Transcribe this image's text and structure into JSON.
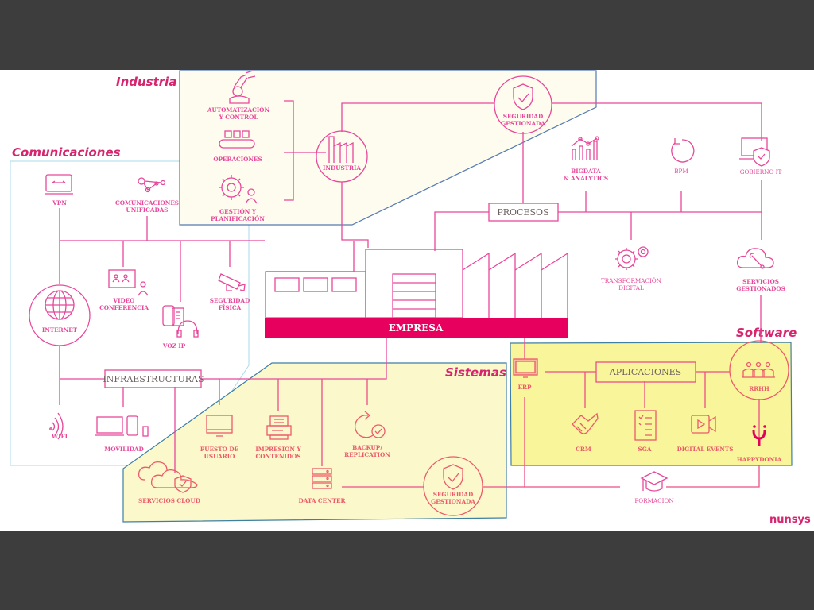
{
  "sections": {
    "industria": "Industria",
    "comunicaciones": "Comunicaciones",
    "sistemas": "Sistemas",
    "software": "Software"
  },
  "hub": {
    "empresa": "EMPRESA"
  },
  "boxes": {
    "procesos": "PROCESOS",
    "infraestructuras": "INFRAESTRUCTURAS",
    "aplicaciones": "APLICACIONES"
  },
  "industria": {
    "automatizacion": [
      "AUTOMATIZACIÓN",
      "Y CONTROL"
    ],
    "operaciones": "OPERACIONES",
    "gestion": [
      "GESTIÓN Y",
      "PLANIFICACIÓN"
    ],
    "hub": "INDUSTRIA",
    "seguridad": [
      "SEGURIDAD",
      "GESTIONADA"
    ]
  },
  "procesos": {
    "bigdata": [
      "BIGDATA",
      "& ANALYTICS"
    ],
    "bpm": "BPM",
    "gobierno": "GOBIERNO IT",
    "transformacion": [
      "TRANSFORMACIÓN",
      "DIGITAL"
    ],
    "servicios": [
      "SERVICIOS",
      "GESTIONADOS"
    ]
  },
  "comunicaciones": {
    "vpn": "VPN",
    "unificadas": [
      "COMUNICACIONES",
      "UNIFICADAS"
    ],
    "video": [
      "VIDEO",
      "CONFERENCIA"
    ],
    "seguridad_fisica": [
      "SEGURIDAD",
      "FÍSICA"
    ],
    "internet": "INTERNET",
    "vozip": "VOZ IP",
    "wifi": "WIFI",
    "movilidad": "MOVILIDAD"
  },
  "sistemas": {
    "puesto": [
      "PUESTO DE",
      "USUARIO"
    ],
    "impresion": [
      "IMPRESIÓN Y",
      "CONTENIDOS"
    ],
    "backup": [
      "BACKUP/",
      "REPLICATION"
    ],
    "cloud": "SERVICIOS CLOUD",
    "datacenter": "DATA CENTER",
    "seguridad": [
      "SEGURIDAD",
      "GESTIONADA"
    ]
  },
  "software": {
    "erp": "ERP",
    "rrhh": "RRHH",
    "crm": "CRM",
    "sga": "SGA",
    "digital_events": "DIGITAL EVENTS",
    "happydonia": "HAPPYDONIA",
    "formacion": "FORMACION"
  },
  "brand": {
    "logo": "nunsys"
  },
  "colors": {
    "accent": "#e8479a",
    "empresa_bar": "#e8005f",
    "section_title": "#d6246f",
    "industria_fill": "#fdfcee",
    "sistemas_fill": "#fbf8cb",
    "software_fill": "#f9f59a"
  }
}
